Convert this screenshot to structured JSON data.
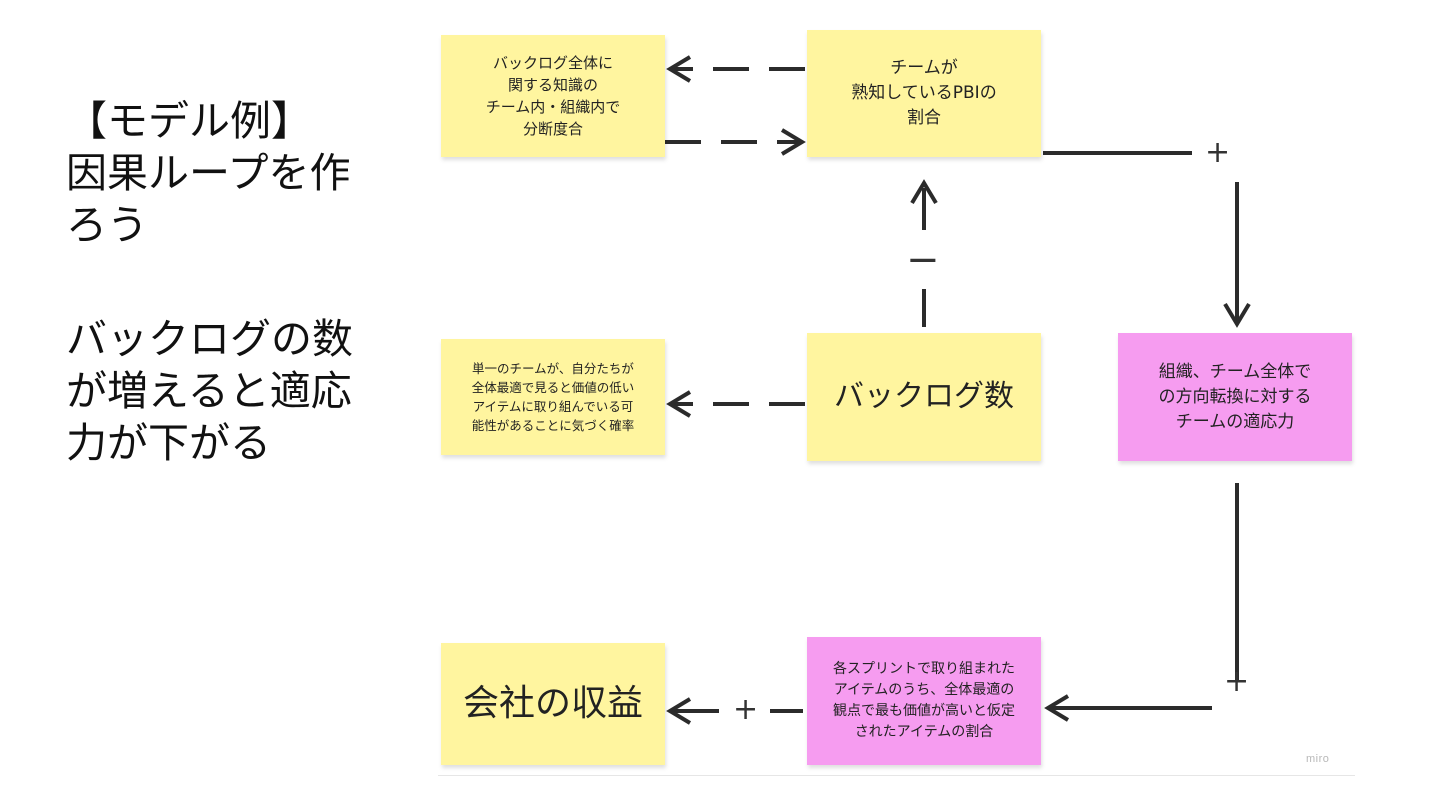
{
  "heading": {
    "title_lines": [
      "【モデル例】",
      "因果ループを作",
      "ろう"
    ],
    "subtitle_lines": [
      "バックログの数",
      "が増えると適応",
      "力が下がる"
    ]
  },
  "notes": {
    "knowledge_fragmentation": "バックログ全体に\n関する知識の\nチーム内・組織内で\n分断度合",
    "known_pbi_ratio": "チームが\n熟知しているPBIの\n割合",
    "optimal_awareness": "単一のチームが、自分たちが\n全体最適で見ると価値の低い\nアイテムに取り組んでいる可\n能性があることに気づく確率",
    "backlog_count": "バックログ数",
    "adaptability": "組織、チーム全体で\nの方向転換に対する\nチームの適応力",
    "revenue": "会社の収益",
    "high_value_ratio": "各スプリントで取り組まれた\nアイテムのうち、全体最適の\n観点で最も価値が高いと仮定\nされたアイテムの割合"
  },
  "polarity": {
    "backlog_to_pbi": "−",
    "pbi_to_adaptability": "+",
    "adaptability_to_value": "+",
    "value_to_revenue": "+"
  },
  "colors": {
    "sticky_yellow": "#fff59f",
    "sticky_pink": "#f69cf0",
    "arrow": "#2b2b2b"
  },
  "watermark": "miro"
}
